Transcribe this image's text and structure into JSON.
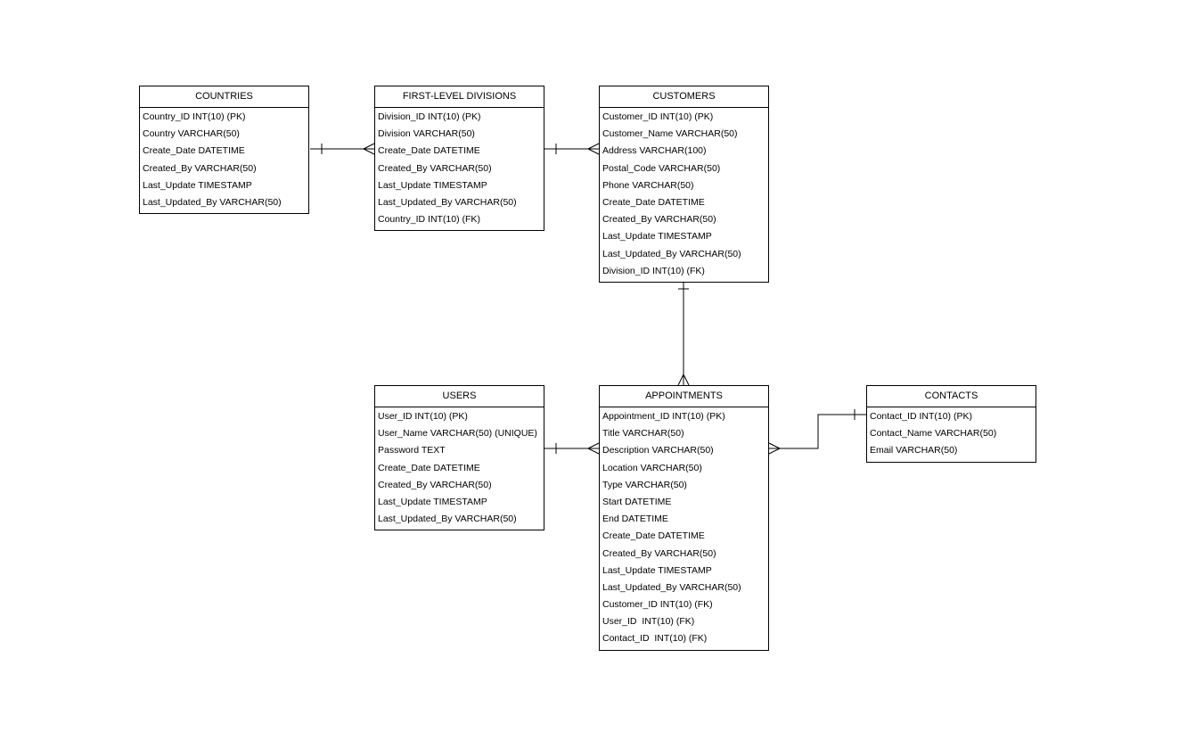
{
  "entities": {
    "countries": {
      "title": "COUNTRIES",
      "fields": [
        "Country_ID INT(10) (PK)",
        "Country VARCHAR(50)",
        "Create_Date DATETIME",
        "Created_By VARCHAR(50)",
        "Last_Update TIMESTAMP",
        "Last_Updated_By VARCHAR(50)"
      ]
    },
    "divisions": {
      "title": "FIRST-LEVEL DIVISIONS",
      "fields": [
        "Division_ID INT(10) (PK)",
        "Division VARCHAR(50)",
        "Create_Date DATETIME",
        "Created_By VARCHAR(50)",
        "Last_Update TIMESTAMP",
        "Last_Updated_By VARCHAR(50)",
        "Country_ID INT(10) (FK)"
      ]
    },
    "customers": {
      "title": "CUSTOMERS",
      "fields": [
        "Customer_ID INT(10) (PK)",
        "Customer_Name VARCHAR(50)",
        "Address VARCHAR(100)",
        "Postal_Code VARCHAR(50)",
        "Phone VARCHAR(50)",
        "Create_Date DATETIME",
        "Created_By VARCHAR(50)",
        "Last_Update TIMESTAMP",
        "Last_Updated_By VARCHAR(50)",
        "Division_ID INT(10) (FK)"
      ]
    },
    "users": {
      "title": "USERS",
      "fields": [
        "User_ID INT(10) (PK)",
        "User_Name VARCHAR(50) (UNIQUE)",
        "Password TEXT",
        "Create_Date DATETIME",
        "Created_By VARCHAR(50)",
        "Last_Update TIMESTAMP",
        "Last_Updated_By VARCHAR(50)"
      ]
    },
    "appointments": {
      "title": "APPOINTMENTS",
      "fields": [
        "Appointment_ID INT(10) (PK)",
        "Title VARCHAR(50)",
        "Description VARCHAR(50)",
        "Location VARCHAR(50)",
        "Type VARCHAR(50)",
        "Start DATETIME",
        "End DATETIME",
        "Create_Date DATETIME",
        "Created_By VARCHAR(50)",
        "Last_Update TIMESTAMP",
        "Last_Updated_By VARCHAR(50)",
        "Customer_ID INT(10) (FK)",
        "User_ID  INT(10) (FK)",
        "Contact_ID  INT(10) (FK)"
      ]
    },
    "contacts": {
      "title": "CONTACTS",
      "fields": [
        "Contact_ID INT(10) (PK)",
        "Contact_Name VARCHAR(50)",
        "Email VARCHAR(50)"
      ]
    }
  },
  "relationships": [
    {
      "from": "countries",
      "to": "divisions",
      "from_cardinality": "one",
      "to_cardinality": "many"
    },
    {
      "from": "divisions",
      "to": "customers",
      "from_cardinality": "one",
      "to_cardinality": "many"
    },
    {
      "from": "customers",
      "to": "appointments",
      "from_cardinality": "one",
      "to_cardinality": "many"
    },
    {
      "from": "users",
      "to": "appointments",
      "from_cardinality": "one",
      "to_cardinality": "many"
    },
    {
      "from": "contacts",
      "to": "appointments",
      "from_cardinality": "one",
      "to_cardinality": "many"
    }
  ],
  "colors": {
    "line": "#000000",
    "background": "#ffffff",
    "entity_fill": "#ffffff"
  }
}
